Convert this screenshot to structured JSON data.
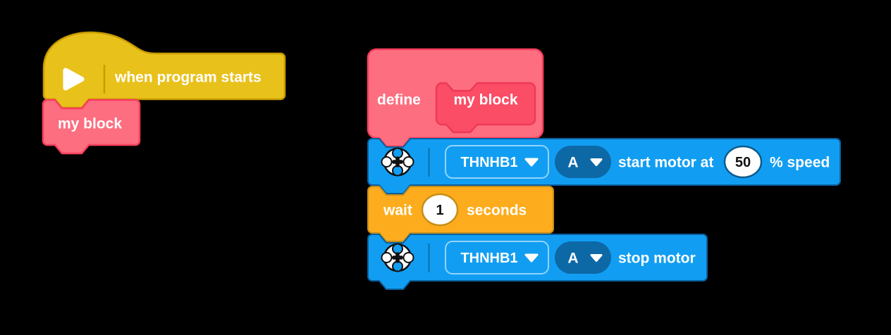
{
  "colors": {
    "background": "#000000",
    "events_yellow": "#E9C11B",
    "events_yellow_border": "#C89B00",
    "events_divider": "#C89B00",
    "myblocks_pink": "#FD6E80",
    "myblocks_pink_border": "#FA3E5D",
    "prototype_pink": "#FB4D66",
    "prototype_pink_border": "#ED3A58",
    "motor_blue": "#119EF2",
    "motor_blue_border": "#0B5F9D",
    "motor_divider": "#0E76BB",
    "port_dark_blue": "#0D68A6",
    "dropdown_border_light": "#93D3FA",
    "control_orange": "#FCAC1C",
    "control_orange_border": "#C68E1B",
    "speed_input_border": "#0D5C8C",
    "duration_input_border": "#C68E1B",
    "white": "#FFFFFF",
    "icon_black": "#111111"
  },
  "left_stack": {
    "start_block": {
      "label": "when program starts"
    },
    "call_block": {
      "label": "my block"
    }
  },
  "right_stack": {
    "define_block": {
      "keyword": "define",
      "block_name": "my block"
    },
    "start_motor_block": {
      "hub": "THNHB1",
      "port": "A",
      "label_start": "start motor at",
      "speed": "50",
      "label_end": "% speed"
    },
    "wait_block": {
      "label_wait": "wait",
      "duration": "1",
      "label_unit": "seconds"
    },
    "stop_motor_block": {
      "hub": "THNHB1",
      "port": "A",
      "label": "stop motor"
    }
  },
  "icons": {
    "play": "play-triangle",
    "motor": "motor-hub",
    "dropdown_arrow": "chevron-down"
  }
}
